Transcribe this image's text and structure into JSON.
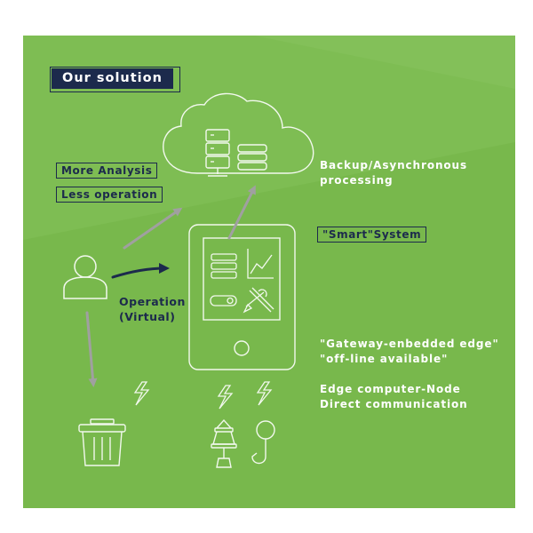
{
  "title": "Our solution",
  "labels": {
    "more_analysis": "More Analysis",
    "less_operation": "Less operation",
    "smart_system": "\"Smart\"System",
    "operation_line1": "Operation",
    "operation_line2": "(Virtual)",
    "backup_line1": "Backup/Asynchronous",
    "backup_line2": "processing",
    "gateway_line1": "\"Gateway-enbedded edge\"",
    "gateway_line2": "\"off-line available\"",
    "edge_line1": "Edge computer-Node",
    "edge_line2": "Direct communication"
  },
  "icons": [
    "cloud-icon",
    "server-icon",
    "user-icon",
    "tablet-icon",
    "list-icon",
    "line-chart-icon",
    "toggle-icon",
    "tools-icon",
    "trash-icon",
    "street-lamp-icon",
    "crane-hook-icon",
    "lightning-icon"
  ],
  "colors": {
    "background": "#78b84c",
    "navy": "#1c2a4c",
    "line": "#ffffff",
    "gray_arrow": "#9a9a9a"
  }
}
